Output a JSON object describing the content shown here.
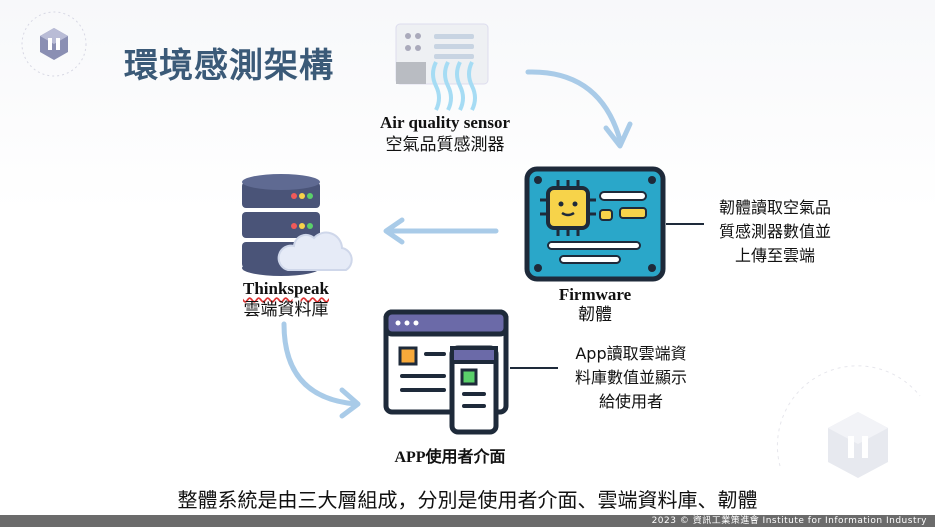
{
  "title": "環境感測架構",
  "sensor": {
    "name_en": "Air quality sensor",
    "name_zh": "空氣品質感測器"
  },
  "firmware": {
    "name_en": "Firmware",
    "name_zh": "韌體",
    "desc": [
      "韌體讀取空氣品",
      "質感測器數值並",
      "上傳至雲端"
    ]
  },
  "cloud": {
    "name_en": "Thinkspeak",
    "name_zh": "雲端資料庫"
  },
  "app": {
    "name": "APP使用者介面",
    "desc": [
      "App讀取雲端資",
      "料庫數值並顯示",
      "給使用者"
    ]
  },
  "summary": "整體系統是由三大層組成，分別是使用者介面、雲端資料庫、韌體",
  "footer": "2023 © 資訊工業策進會 Institute for Information Industry",
  "colors": {
    "title": "#3b5a78",
    "arrow": "#a9cbe8",
    "board": "#2aa7c9",
    "outline": "#1e2a3a",
    "server": "#4a5478",
    "app_header": "#6b6aa8"
  }
}
